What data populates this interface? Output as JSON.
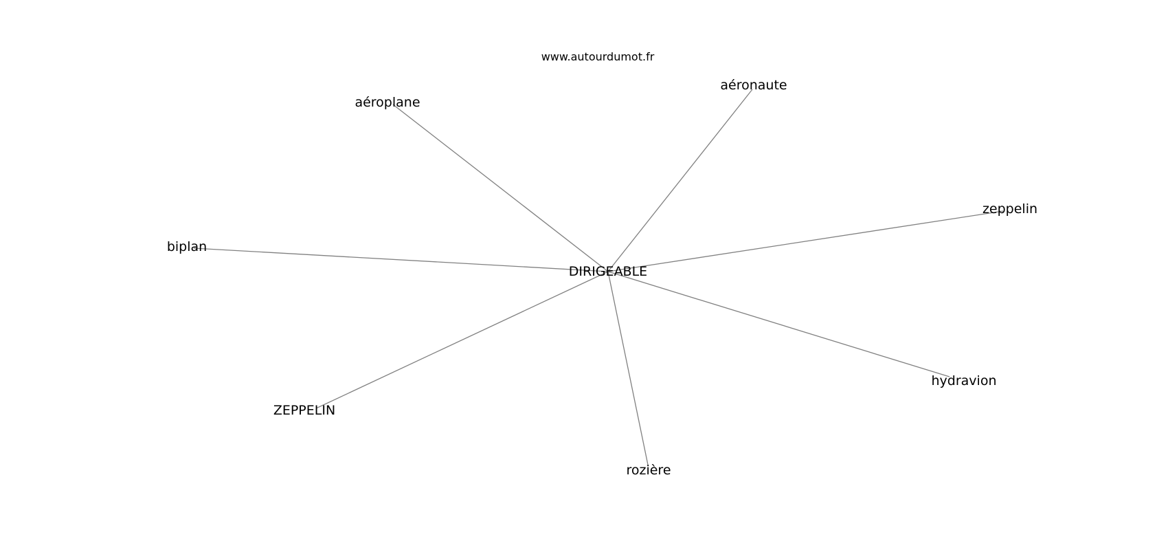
{
  "header": {
    "site": "www.autourdumot.fr"
  },
  "graph": {
    "center": {
      "id": "center",
      "label": "DIRIGEABLE"
    },
    "nodes": [
      {
        "id": "aeroplane",
        "label": "aéroplane"
      },
      {
        "id": "aeronaute",
        "label": "aéronaute"
      },
      {
        "id": "zeppelin-lower",
        "label": "zeppelin"
      },
      {
        "id": "biplan",
        "label": "biplan"
      },
      {
        "id": "hydravion",
        "label": "hydravion"
      },
      {
        "id": "zeppelin-upper",
        "label": "ZEPPELIN"
      },
      {
        "id": "roziere",
        "label": "rozière"
      }
    ],
    "edge_color": "#808080",
    "text_color": "#000000"
  }
}
